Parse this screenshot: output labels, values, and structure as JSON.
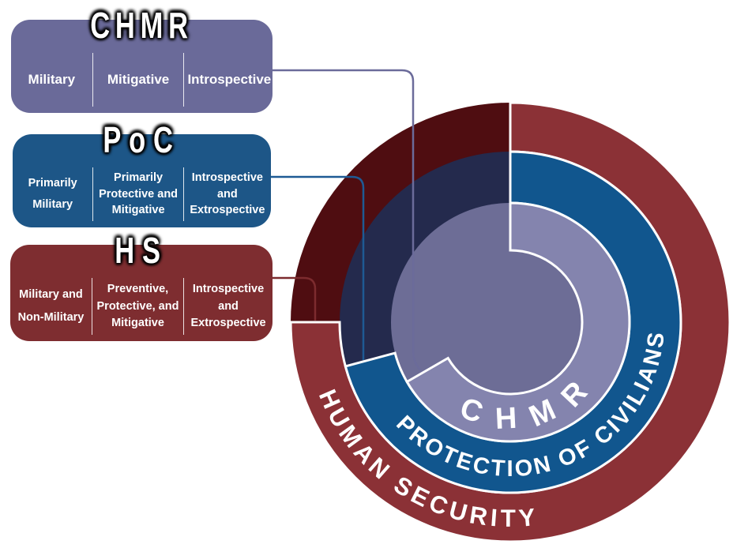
{
  "background": "#ffffff",
  "boxes": [
    {
      "title": "CHMR",
      "color": "#6A6A99",
      "columns": [
        {
          "lines": [
            "Military"
          ]
        },
        {
          "lines": [
            "Mitigative"
          ]
        },
        {
          "lines": [
            "Introspective"
          ]
        }
      ]
    },
    {
      "title": "PoC",
      "color": "#1D5687",
      "columns": [
        {
          "lines": [
            "Primarily",
            "Military"
          ]
        },
        {
          "lines": [
            "Primarily",
            "Protective and",
            "Mitigative"
          ]
        },
        {
          "lines": [
            "Introspective",
            "and",
            "Extrospective"
          ]
        }
      ]
    },
    {
      "title": "HS",
      "color": "#7E2D30",
      "columns": [
        {
          "lines": [
            "Military and",
            "Non-Military"
          ]
        },
        {
          "lines": [
            "Preventive,",
            "Protective, and",
            "Mitigative"
          ]
        },
        {
          "lines": [
            "Introspective",
            "and",
            "Extrospective"
          ]
        }
      ]
    }
  ],
  "diagram": {
    "rings": [
      {
        "label": "HUMAN SECURITY",
        "bright": "#8B3136",
        "dark": "#4F0D11"
      },
      {
        "label": "PROTECTION OF CIVILIANS",
        "bright": "#11568E",
        "dark": "#242A4D"
      },
      {
        "label": "CHMR",
        "bright": "#8484AE",
        "dark": "#6D6D96"
      }
    ]
  },
  "connectors": {
    "chmr": "#6B6B9A",
    "poc": "#1E5A94",
    "hs": "#7C2B2E"
  }
}
